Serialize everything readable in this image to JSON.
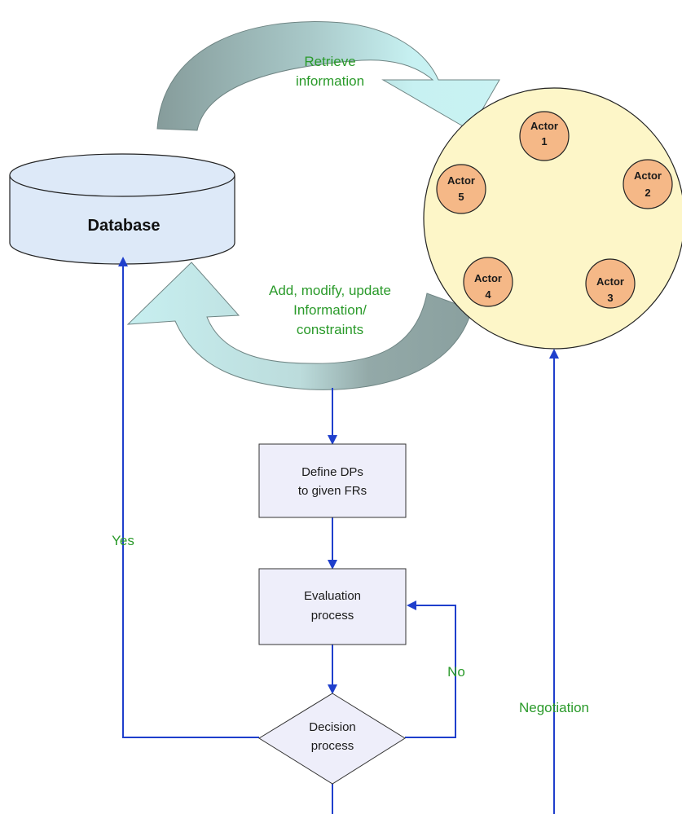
{
  "database": {
    "label": "Database"
  },
  "arrows": {
    "top_label": [
      "Retrieve",
      "information"
    ],
    "bottom_label": [
      "Add, modify, update",
      "Information/",
      "constraints"
    ]
  },
  "actors": [
    {
      "line1": "Actor",
      "line2": "1"
    },
    {
      "line1": "Actor",
      "line2": "2"
    },
    {
      "line1": "Actor",
      "line2": "3"
    },
    {
      "line1": "Actor",
      "line2": "4"
    },
    {
      "line1": "Actor",
      "line2": "5"
    }
  ],
  "process": {
    "define": [
      "Define DPs",
      "to given FRs"
    ],
    "evaluation": [
      "Evaluation",
      "process"
    ],
    "decision": [
      "Decision",
      "process"
    ]
  },
  "edges": {
    "yes": "Yes",
    "no": "No",
    "negotiation": "Negotiation"
  },
  "colors": {
    "flow_line": "#1f3fcc",
    "label_green": "#2a9a2a",
    "box_fill": "#eeeefa",
    "actor_fill": "#f5b887",
    "actor_circle_fill": "#fdf6c8",
    "db_fill": "#dde9f8",
    "arrow_light": "#c5eef0",
    "arrow_dark": "#879e9e"
  }
}
